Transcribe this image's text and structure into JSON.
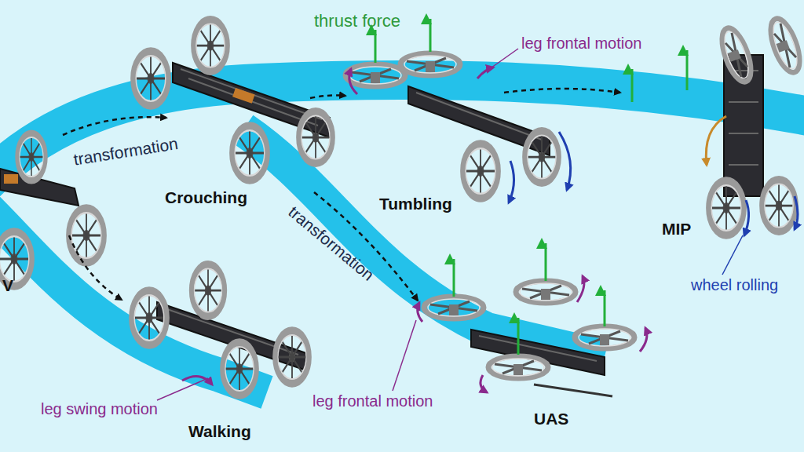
{
  "diagram": {
    "labels": [
      "thrust force",
      "leg frontal motion",
      "transformation",
      "Crouching",
      "Tumbling",
      "transformation",
      "MIP",
      "wheel rolling",
      "V",
      "leg swing motion",
      "Walking",
      "leg frontal motion",
      "UAS"
    ]
  }
}
